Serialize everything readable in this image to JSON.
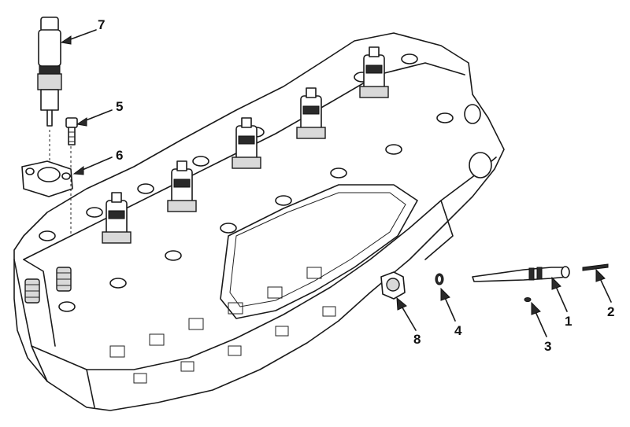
{
  "callouts": [
    {
      "id": "c7",
      "label": "7",
      "part": "fuel-injector"
    },
    {
      "id": "c5",
      "label": "5",
      "part": "hold-down-bolt"
    },
    {
      "id": "c6",
      "label": "6",
      "part": "injector-clamp"
    },
    {
      "id": "c1",
      "label": "1",
      "part": "fuel-connector-tube"
    },
    {
      "id": "c2",
      "label": "2",
      "part": "pin"
    },
    {
      "id": "c3",
      "label": "3",
      "part": "small-seal"
    },
    {
      "id": "c4",
      "label": "4",
      "part": "o-ring"
    },
    {
      "id": "c8",
      "label": "8",
      "part": "retaining-nut"
    }
  ],
  "colors": {
    "line": "#1a1a1a",
    "background": "#ffffff",
    "watermark": "#bdbdbd"
  }
}
